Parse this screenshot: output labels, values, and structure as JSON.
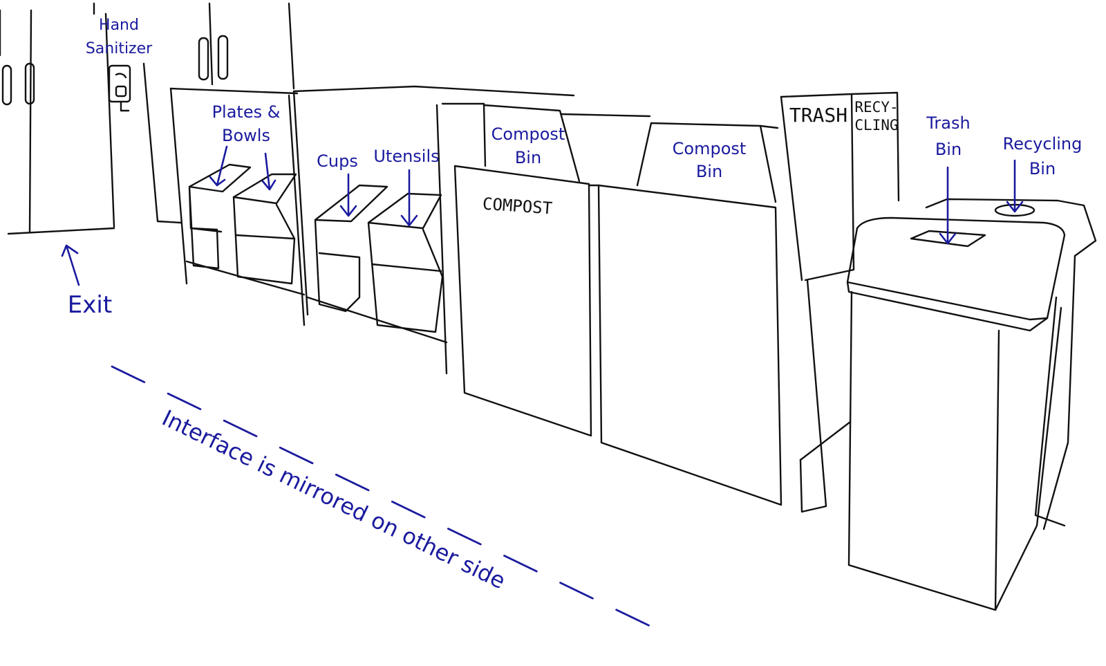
{
  "labels": {
    "hand_sanitizer": [
      "Hand",
      "Sanitizer"
    ],
    "exit": "Exit",
    "plates_bowls": [
      "Plates &",
      "Bowls"
    ],
    "cups": "Cups",
    "utensils": "Utensils",
    "compost_bin_1": [
      "Compost",
      "Bin"
    ],
    "compost_bin_2": [
      "Compost",
      "Bin"
    ],
    "trash_bin": [
      "Trash",
      "Bin"
    ],
    "recycling_bin": [
      "Recycling",
      "Bin"
    ],
    "mirrored_note": "Interface is mirrored on other side"
  },
  "signs": {
    "compost": "COMPOST",
    "trash": "TRASH",
    "recycling": [
      "RECY-",
      "CLING"
    ]
  },
  "colors": {
    "annotation": "#1a1a9e",
    "ink": "#111111",
    "background": "#ffffff"
  }
}
